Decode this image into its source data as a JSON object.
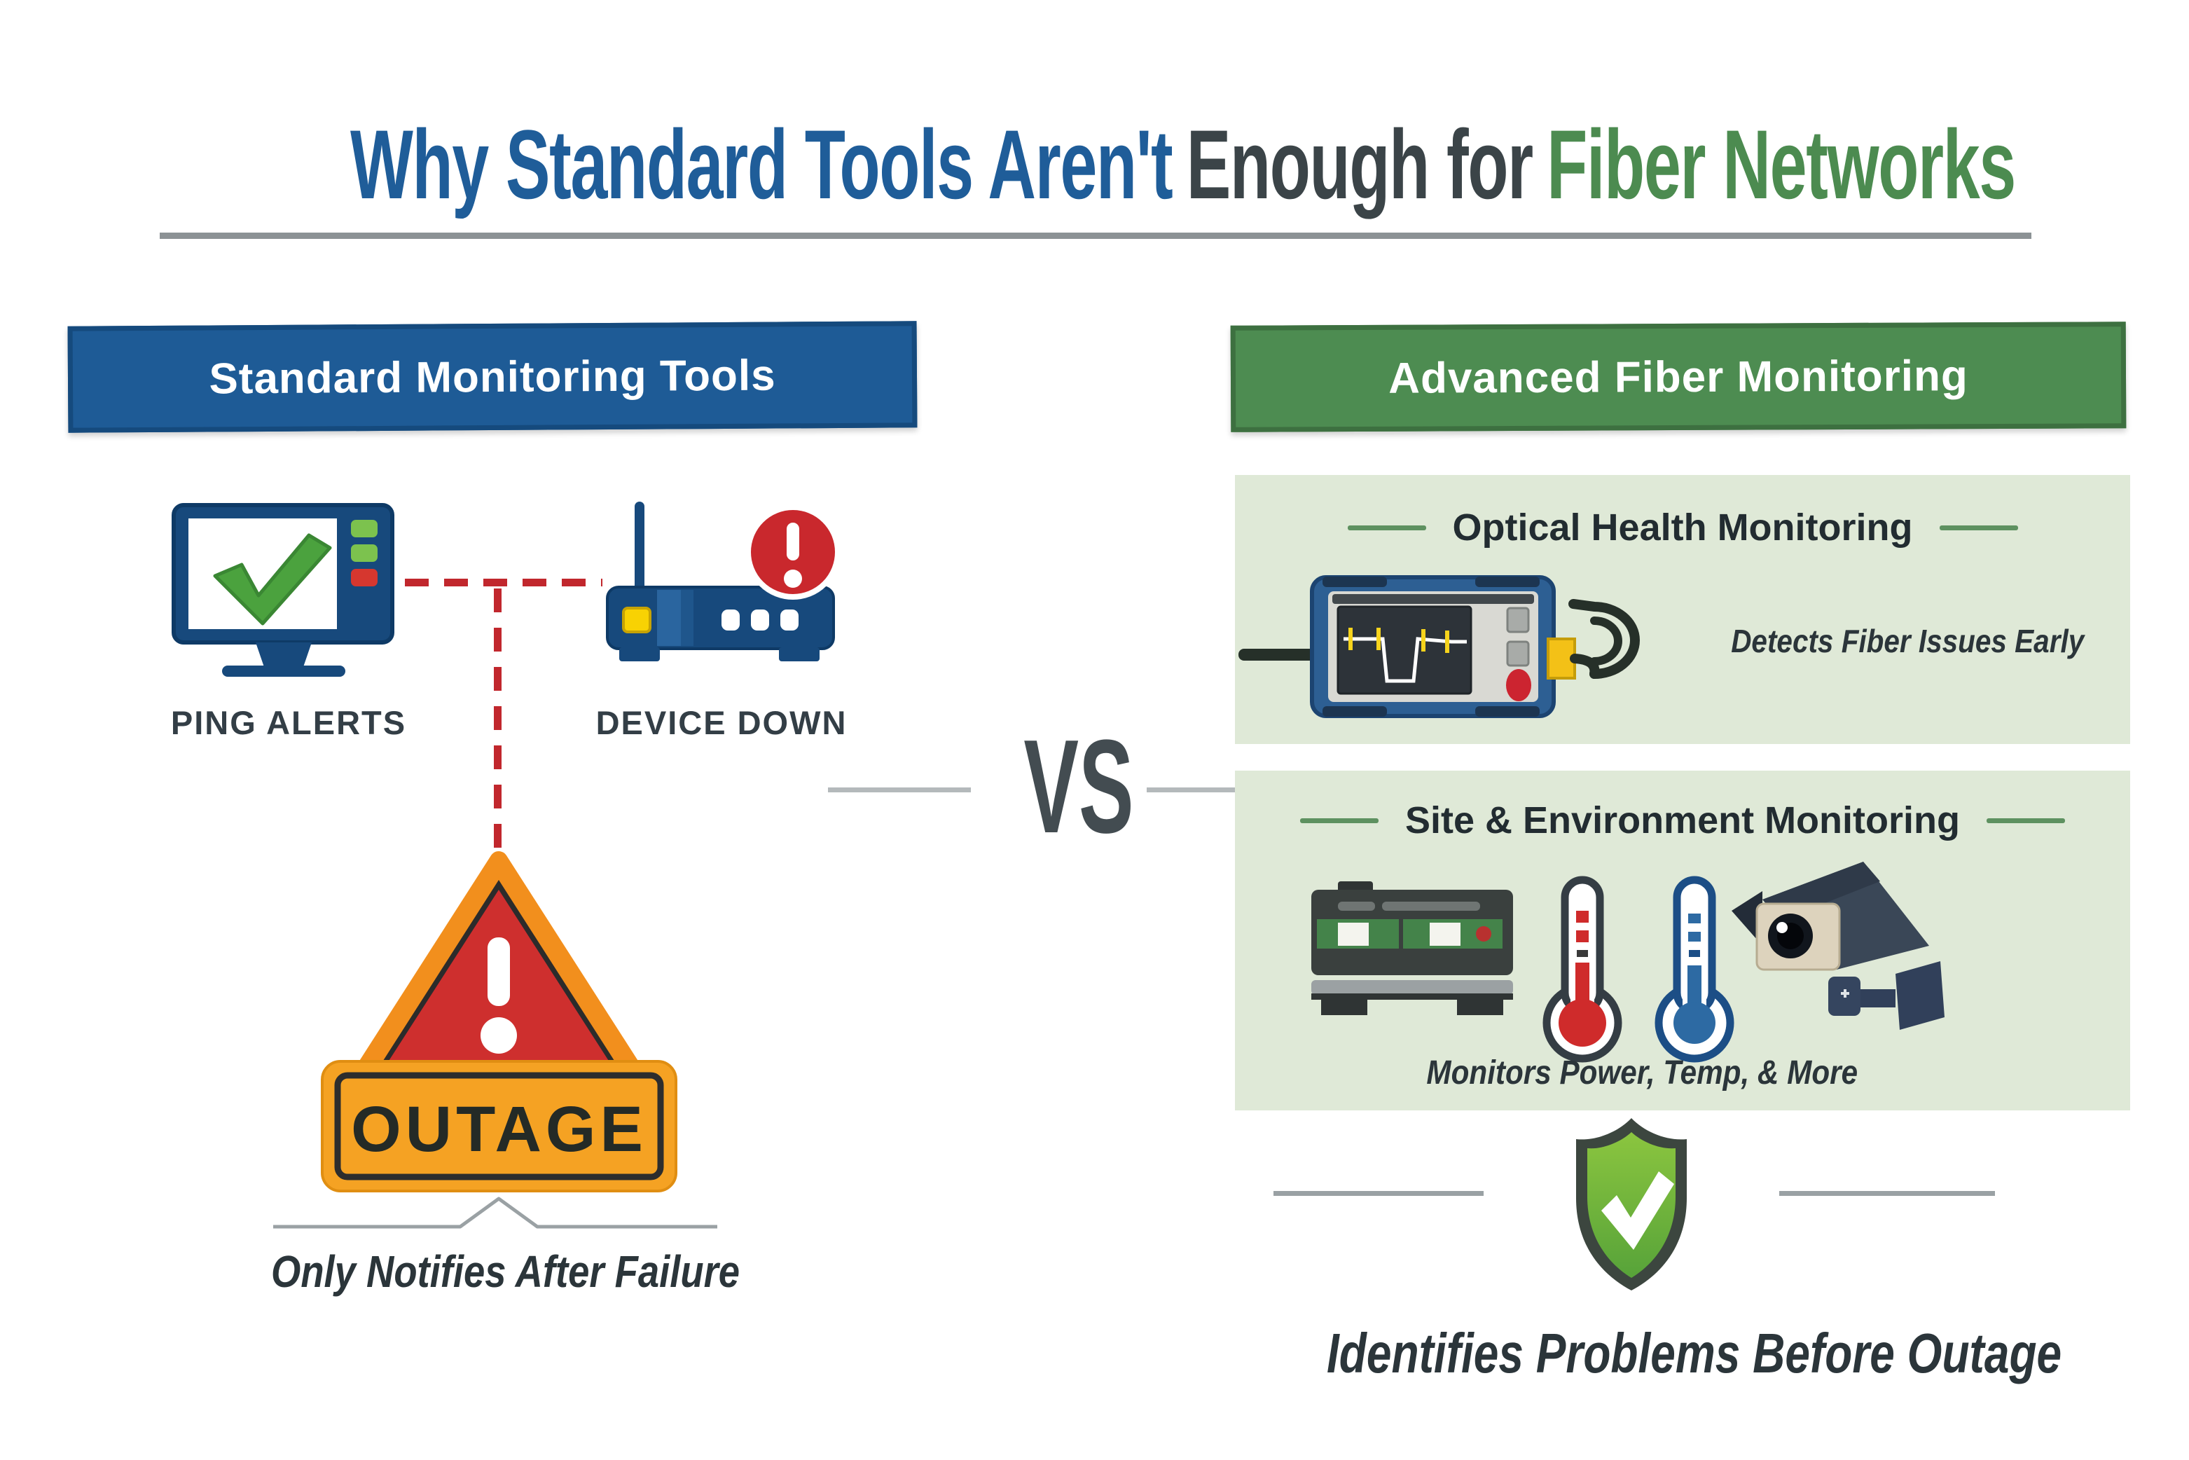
{
  "title": {
    "part_blue": "Why Standard Tools Aren't",
    "part_dark": "Enough for",
    "part_green": "Fiber Networks"
  },
  "left_column": {
    "header": "Standard Monitoring Tools",
    "ping_alerts_label": "PING ALERTS",
    "device_down_label": "DEVICE DOWN",
    "outage_sign_text": "OUTAGE",
    "caption": "Only Notifies After Failure"
  },
  "divider": {
    "vs_label": "VS"
  },
  "right_column": {
    "header": "Advanced Fiber Monitoring",
    "panels": [
      {
        "title": "Optical Health Monitoring",
        "caption": "Detects Fiber Issues Early"
      },
      {
        "title": "Site & Environment Monitoring",
        "caption": "Monitors Power, Temp, & More"
      }
    ],
    "footer_caption": "Identifies Problems Before Outage"
  },
  "colors": {
    "title_blue": "#1f5d99",
    "title_dark": "#3b4448",
    "title_green": "#4c8b50",
    "banner_blue": "#1e5b96",
    "banner_green": "#4d8c51",
    "panel_background": "#dfe9d7",
    "alert_red": "#c1272d",
    "outage_orange": "#f5a223",
    "triangle_red": "#ce2f2e",
    "check_green": "#4ba23e",
    "shield_green": "#6fb34a",
    "device_navy": "#17497c",
    "caption_dark": "#2b353a",
    "line_gray": "#9aa1a4"
  }
}
